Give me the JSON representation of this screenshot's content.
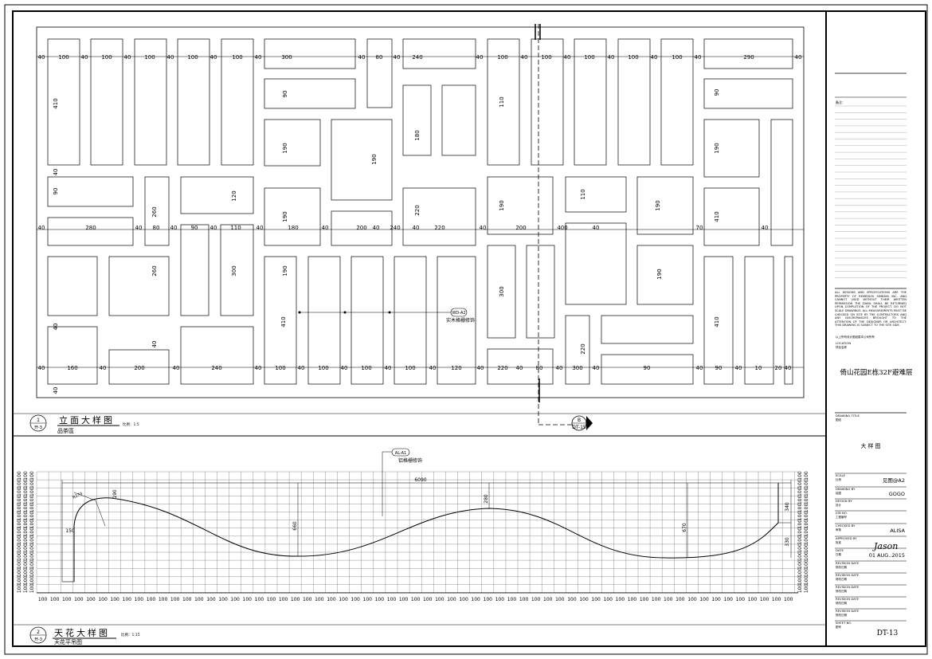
{
  "elevation": {
    "title": "立面大样图",
    "scale": "比例：1:5",
    "subtitle": "品茶區",
    "marker_top": "1",
    "marker_bottom": "开-3",
    "callout_tag": "WD-A2",
    "callout_text": "实木格栅修饰",
    "section_tag_top": "B",
    "section_tag_bottom": "DT-15",
    "dims": {
      "row1": [
        "40",
        "100",
        "40",
        "100",
        "40",
        "100",
        "40",
        "100",
        "40",
        "100",
        "40",
        "300",
        "40",
        "80",
        "40",
        "240",
        "40",
        "100",
        "40",
        "100",
        "40",
        "100",
        "40",
        "100",
        "40",
        "100",
        "40",
        "290",
        "40"
      ],
      "row2": [
        "40",
        "280",
        "40",
        "80",
        "40",
        "90",
        "40",
        "110",
        "40",
        "180",
        "40",
        "200",
        "40",
        "240",
        "40",
        "220",
        "40",
        "200",
        "400",
        "40",
        "70",
        "40"
      ],
      "row3": [
        "40",
        "160",
        "40",
        "200",
        "40",
        "240",
        "40",
        "100",
        "40",
        "100",
        "40",
        "100",
        "40",
        "100",
        "40",
        "120",
        "40",
        "220",
        "40",
        "80",
        "40",
        "300",
        "40",
        "90",
        "40",
        "90",
        "40",
        "10",
        "20",
        "40"
      ],
      "vertical": [
        "410",
        "90",
        "90",
        "190",
        "190",
        "190",
        "190",
        "260",
        "260",
        "300",
        "300",
        "220",
        "220",
        "180",
        "190",
        "190",
        "190",
        "190",
        "410",
        "410",
        "410",
        "110",
        "90",
        "120",
        "110",
        "40",
        "40",
        "40",
        "40"
      ]
    }
  },
  "ceiling": {
    "title": "天花大样图",
    "scale": "比例：1:15",
    "subtitle": "天花平吊图",
    "marker_top": "2",
    "marker_bottom": "开-3",
    "callout_tag": "AL-A1",
    "callout_text": "铝格栅修饰",
    "overall": "6090",
    "radius": "R270",
    "dims_inner": [
      "150",
      "190",
      "660",
      "280",
      "670",
      "340",
      "330"
    ],
    "grid_unit": "100"
  },
  "titleblock": {
    "notes_label": "备注：",
    "disclaimer": "ALL DESIGNS AND SPECIFICATIONS ARE THE PROPERTY OF REMEDIOS SIMBAYA INC. AND CANNOT USED WITHOUT THEIR WRITTEN PERMISSION THE DANIL SHALL BE RETURNED UPON COMPLETION OF THE PROJECT. DO NOT SCALE DRAWINGS. ALL MEASUREMENTS MUST BE CHECKED ON SITE BY THE CONTRACTORS AND ANY DISCREPANCIES BROUGHT TO THE ATTENTION OF THE DESIGNER OR ARCHITECT. THIS DRAWING IS SUBJECT TO THE SITE SIDE.",
    "disclaimer_cn": "以上所有设计图纸属本公司所有",
    "location_label": "LOCATION",
    "location_cn": "项目名称",
    "location": "倚山花园E栋32F避难层",
    "drawing_title_label": "DRAWING TITLE",
    "drawing_title_cn": "图纸",
    "drawing_title": "大样图",
    "scale_label": "SCALE",
    "scale_cn": "比例",
    "scale_value": "见图@A2",
    "drawing_by_label": "DRAWING BY",
    "drawing_by_cn": "绘图",
    "drawing_by": "GOGO",
    "design_by_label": "DESIGN BY",
    "design_by_cn": "设计",
    "job_no_label": "JOB NO.",
    "job_no_cn": "工程编号",
    "checked_label": "CHECKED BY",
    "checked_cn": "审核",
    "checked": "ALISA",
    "approved_label": "APPROVED BY",
    "approved_cn": "批准",
    "approved_sig": "Jason",
    "date_label": "DATE",
    "date_cn": "日期",
    "date": "01 AUG..2015",
    "revisions": [
      "REVISION DATE",
      "REVISION DATE",
      "REVISION DATE",
      "REVISION DATE",
      "REVISION DATE"
    ],
    "revision_cn": "修改日期",
    "sheet_label": "SHEET NO.",
    "sheet_cn": "图号",
    "sheet": "DT-13"
  }
}
